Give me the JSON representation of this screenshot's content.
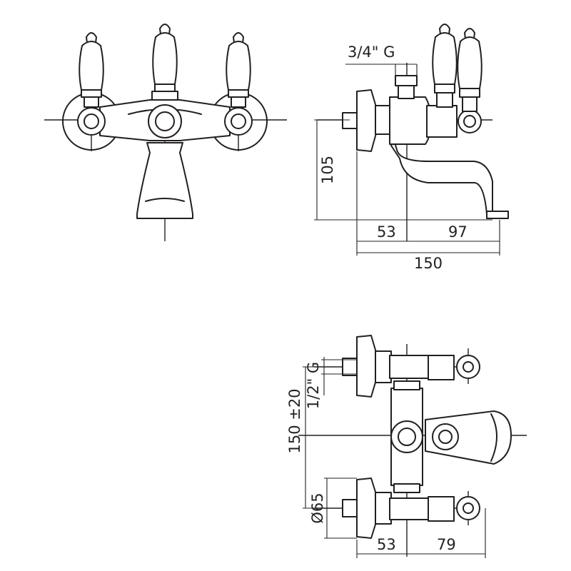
{
  "dimensions": {
    "thread_top": "3/4\" G",
    "height": "105",
    "side_left": "53",
    "side_right": "97",
    "side_total": "150",
    "thread_bottom": "1/2\" G",
    "centers": "150 ±20",
    "flange_diameter": "Ø65",
    "plan_left": "53",
    "plan_right": "79"
  }
}
